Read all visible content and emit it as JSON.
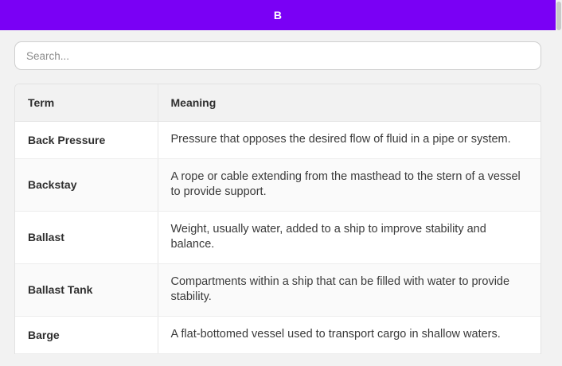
{
  "header": {
    "title": "B",
    "background_color": "#7a00f5",
    "text_color": "#ffffff"
  },
  "search": {
    "placeholder": "Search...",
    "value": ""
  },
  "table": {
    "columns": [
      {
        "key": "term",
        "label": "Term"
      },
      {
        "key": "meaning",
        "label": "Meaning"
      }
    ],
    "rows": [
      {
        "term": "Back Pressure",
        "meaning": "Pressure that opposes the desired flow of fluid in a pipe or system."
      },
      {
        "term": "Backstay",
        "meaning": "A rope or cable extending from the masthead to the stern of a vessel to provide support."
      },
      {
        "term": "Ballast",
        "meaning": "Weight, usually water, added to a ship to improve stability and balance."
      },
      {
        "term": "Ballast Tank",
        "meaning": "Compartments within a ship that can be filled with water to provide stability."
      },
      {
        "term": "Barge",
        "meaning": "A flat-bottomed vessel used to transport cargo in shallow waters."
      }
    ]
  },
  "scrollbar": {
    "thumb_color": "#c9c9c9"
  }
}
